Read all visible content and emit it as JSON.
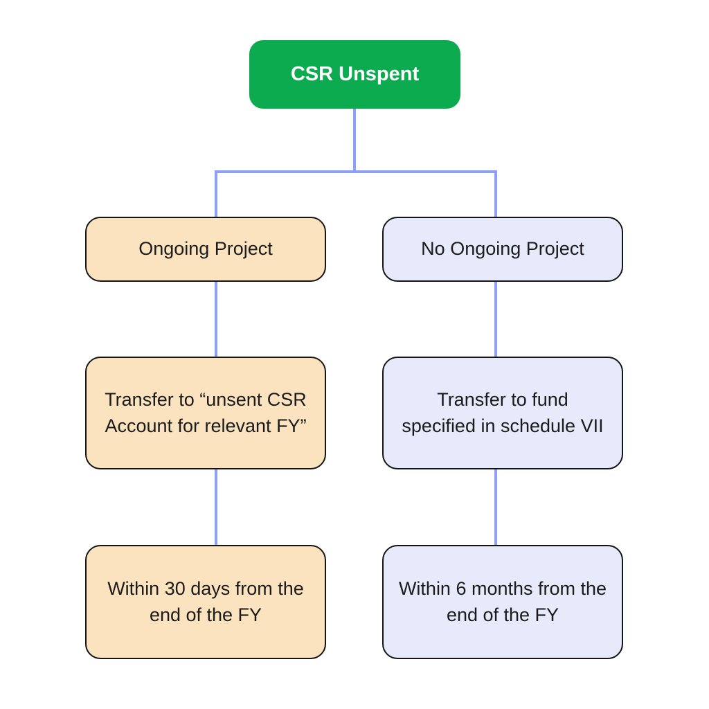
{
  "colors": {
    "background": "#FFFFFF",
    "root_fill": "#0CAB50",
    "root_text": "#FFFFFF",
    "ongoing_fill": "#FBE3BF",
    "no_ongoing_fill": "#E6EAFA",
    "node_border": "#141414",
    "node_text": "#1B1B1B",
    "connector": "#8CA0F5"
  },
  "root": {
    "label": "CSR Unspent"
  },
  "branches": {
    "ongoing": {
      "condition": "Ongoing Project",
      "action": "Transfer to “unsent CSR Account for relevant FY”",
      "deadline": "Within 30 days from the end of the FY"
    },
    "no_ongoing": {
      "condition": "No Ongoing Project",
      "action": "Transfer to fund specified in schedule VII",
      "deadline": "Within 6 months from the end of the FY"
    }
  }
}
